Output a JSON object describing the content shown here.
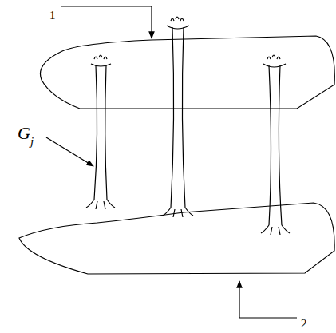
{
  "diagram": {
    "labels": [
      "1",
      "G",
      "j",
      "2"
    ]
  }
}
